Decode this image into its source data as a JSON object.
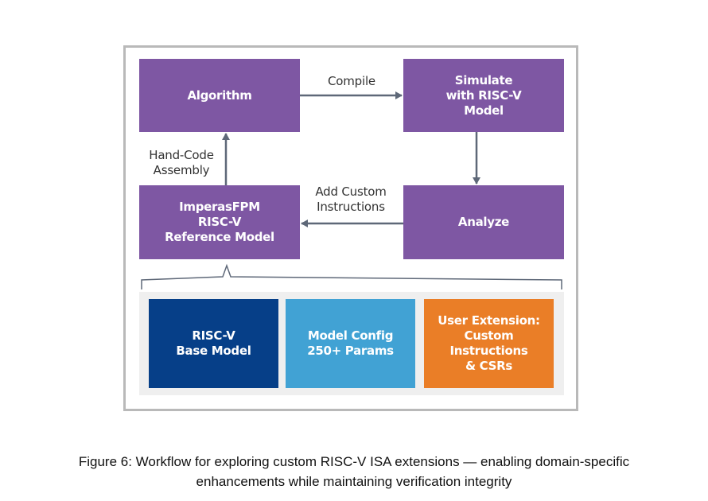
{
  "diagram": {
    "nodes": {
      "algorithm": {
        "label": "Algorithm"
      },
      "simulate": {
        "label": "Simulate\nwith RISC-V\nModel"
      },
      "analyze": {
        "label": "Analyze"
      },
      "reference_model": {
        "label": "ImperasFPM\nRISC-V\nReference Model"
      }
    },
    "edges": {
      "compile": {
        "label": "Compile",
        "from": "algorithm",
        "to": "simulate"
      },
      "simulate_to_analyze": {
        "label": "",
        "from": "simulate",
        "to": "analyze"
      },
      "add_custom": {
        "label": "Add Custom\nInstructions",
        "from": "analyze",
        "to": "reference_model"
      },
      "hand_code": {
        "label": "Hand-Code\nAssembly",
        "from": "reference_model",
        "to": "algorithm"
      }
    },
    "components": [
      {
        "label": "RISC-V\nBase Model",
        "color": "#063f88"
      },
      {
        "label": "Model Config\n250+ Params",
        "color": "#41a2d4"
      },
      {
        "label": "User Extension:\nCustom\nInstructions\n& CSRs",
        "color": "#ea7e27"
      }
    ],
    "colors": {
      "process_box": "#7e57a3",
      "arrow": "#5e6878",
      "frame_border": "#b9b9b9",
      "panel_bg": "#efefef"
    }
  },
  "caption": "Figure 6: Workflow for exploring custom RISC-V ISA extensions — enabling domain-specific\nenhancements while maintaining verification integrity"
}
